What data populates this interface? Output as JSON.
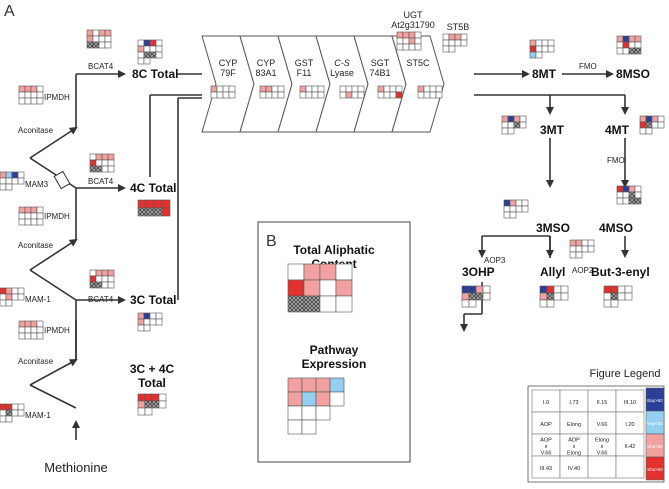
{
  "panel_labels": {
    "a": "A",
    "b": "B"
  },
  "start": "Methionine",
  "enzymes": {
    "bcat4": "BCAT4",
    "ipmdh": "IPMDH",
    "aconitase": "Aconitase",
    "mam3": "MAM3",
    "mam1": "MAM-1",
    "fmo": "FMO",
    "aop3": "AOP3",
    "aop2": "AOP2"
  },
  "products": {
    "c8_total": "8C Total",
    "c4_total": "4C Total",
    "c3_total": "3C Total",
    "c34_line1": "3C + 4C",
    "c34_line2": "Total",
    "mt8": "8MT",
    "mso8": "8MSO",
    "mt3": "3MT",
    "mt4": "4MT",
    "mso3": "3MSO",
    "mso4": "4MSO",
    "ohp3": "3OHP",
    "allyl": "Allyl",
    "but3enyl": "But-3-enyl"
  },
  "chevrons": [
    {
      "l1": "CYP",
      "l2": "79F"
    },
    {
      "l1": "CYP",
      "l2": "83A1"
    },
    {
      "l1": "GST",
      "l2": "F11"
    },
    {
      "l1": "C-S",
      "l2": "Lyase"
    },
    {
      "l1": "SGT",
      "l2": "74B1"
    },
    {
      "l1": "ST5C",
      "l2": ""
    }
  ],
  "ugt": {
    "l1": "UGT",
    "l2": "At2g31790"
  },
  "st5b": "ST5B",
  "panel_b": {
    "t1a": "Total Aliphatic",
    "t1b": "Content",
    "t2a": "Pathway",
    "t2b": "Expression"
  },
  "legend": {
    "title": "Figure Legend",
    "cells": [
      [
        "I.0",
        "I.73",
        "II.15",
        "III.10"
      ],
      [
        "AOP",
        "Elong",
        "V.66",
        "I.20"
      ],
      [
        "AOP x V.66",
        "AOP x Elong",
        "Elong x V.66",
        "II.42"
      ],
      [
        "III.43",
        "IV.40",
        "",
        ""
      ]
    ],
    "scale": [
      "Bay>50",
      "Bay<50",
      "Sha<50",
      "Sha>50"
    ]
  },
  "colors": {
    "bay_strong": "#2b3f98",
    "bay_weak": "#93cff0",
    "sha_weak": "#f2a0a0",
    "sha_strong": "#e2312f"
  }
}
